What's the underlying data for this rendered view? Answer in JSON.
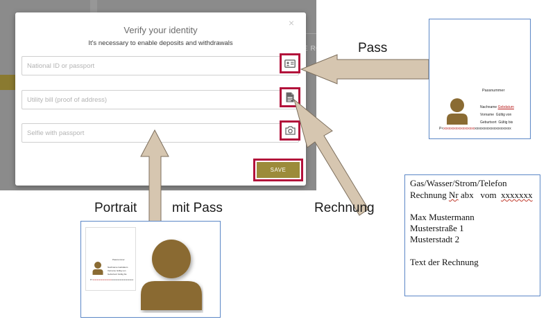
{
  "modal": {
    "title": "Verify your identity",
    "subtitle": "It's necessary to enable deposits and withdrawals",
    "close_glyph": "×",
    "fields": [
      {
        "placeholder": "National ID or passport",
        "icon": "id-card-icon"
      },
      {
        "placeholder": "Utility bill (proof of address)",
        "icon": "document-icon"
      },
      {
        "placeholder": "Selfie with passport",
        "icon": "camera-icon"
      }
    ],
    "save_label": "SAVE"
  },
  "background": {
    "partial_text": "E RO"
  },
  "labels": {
    "pass": "Pass",
    "rechnung": "Rechnung",
    "portrait": "Portrait",
    "mit_pass": "mit Pass"
  },
  "passport": {
    "passnummer": "Passnummer",
    "rows": [
      {
        "label": "Nachname",
        "value": "Gebdatum"
      },
      {
        "label": "Vorname",
        "value": "Gültig von"
      },
      {
        "label": "Geburtsort",
        "value": "Gültig bis"
      }
    ],
    "mrz_prefix": "P<",
    "mrz_marked": "xxxxxxxxxxxxxxxxxx",
    "mrz_rest": "xxxxxxxxxxxxxxxxxxxxx"
  },
  "bill": {
    "line1": "Gas/Wasser/Strom/Telefon",
    "line2_a": "Rechnung",
    "line2_b": "Nr",
    "line2_c": "abx",
    "line2_d": "vom",
    "line2_e": "xxxxxxx",
    "name": "Max Mustermann",
    "street": "Musterstraße 1",
    "city": "Musterstadt  2",
    "text": "Text der Rechnung"
  },
  "colors": {
    "accent_gold": "#9c8b3a",
    "highlight_red": "#b2103a",
    "arrow_fill": "#d6c6b0",
    "arrow_stroke": "#7c6e5c",
    "avatar": "#8a6b33"
  }
}
